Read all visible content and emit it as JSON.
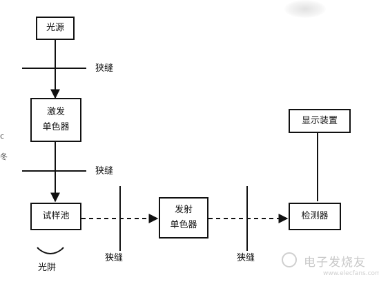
{
  "diagram": {
    "nodes": {
      "light_source": "光源",
      "excitation_mono_line1": "激发",
      "excitation_mono_line2": "单色器",
      "sample_cell": "试样池",
      "emission_mono_line1": "发射",
      "emission_mono_line2": "单色器",
      "detector": "检测器",
      "display": "显示装置"
    },
    "labels": {
      "slit_1": "狭缝",
      "slit_2": "狭缝",
      "slit_3": "狭缝",
      "slit_4": "狭缝",
      "light_trap": "光阱"
    },
    "margin_glyphs": [
      "c",
      "冬"
    ]
  },
  "watermark": {
    "text": "电子发烧友",
    "url": "www.elecfans.com"
  }
}
